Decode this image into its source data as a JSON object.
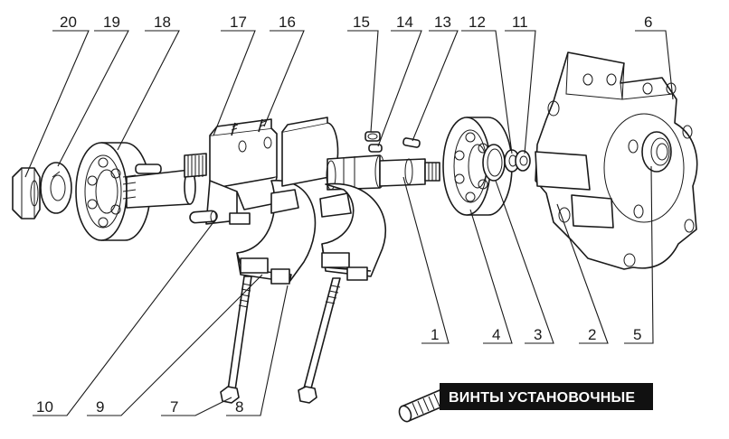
{
  "diagram": {
    "callouts": {
      "c1": "1",
      "c2": "2",
      "c3": "3",
      "c4": "4",
      "c5": "5",
      "c6": "6",
      "c7": "7",
      "c8": "8",
      "c9": "9",
      "c10": "10",
      "c11": "11",
      "c12": "12",
      "c13": "13",
      "c14": "14",
      "c15": "15",
      "c16": "16",
      "c17": "17",
      "c18": "18",
      "c19": "19",
      "c20": "20"
    },
    "banner_label": "ВИНТЫ УСТАНОВОЧНЫЕ",
    "colors": {
      "line": "#1a1a1a",
      "banner_background": "#111111",
      "banner_text": "#ffffff"
    }
  }
}
